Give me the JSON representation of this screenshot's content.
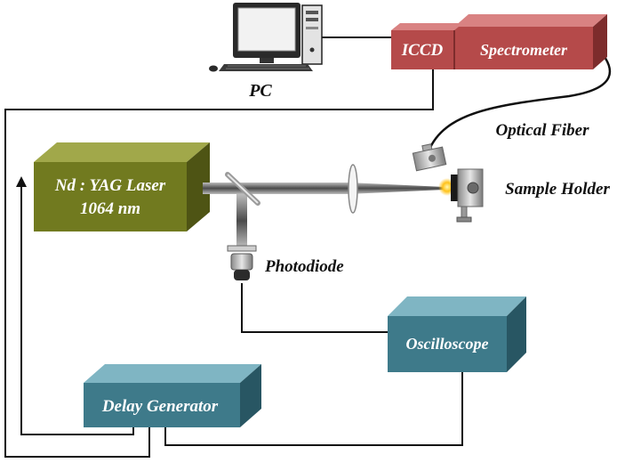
{
  "labels": {
    "pc": "PC",
    "iccd": "ICCD",
    "spectrometer": "Spectrometer",
    "optical_fiber": "Optical Fiber",
    "laser_line1": "Nd : YAG Laser",
    "laser_line2": "1064 nm",
    "sample_holder": "Sample Holder",
    "photodiode": "Photodiode",
    "oscilloscope": "Oscilloscope",
    "delay_generator": "Delay Generator"
  },
  "colors": {
    "laser_front": "#717a1f",
    "laser_top": "#a1a84a",
    "laser_side": "#4e5414",
    "spectro_front": "#b54a4a",
    "spectro_top": "#d98282",
    "spectro_side": "#7d2c2c",
    "box_front": "#3e7a8a",
    "box_top": "#7fb5c3",
    "box_side": "#285663",
    "label_light": "#ffffff",
    "label_dark": "#111111",
    "wire": "#111111"
  }
}
